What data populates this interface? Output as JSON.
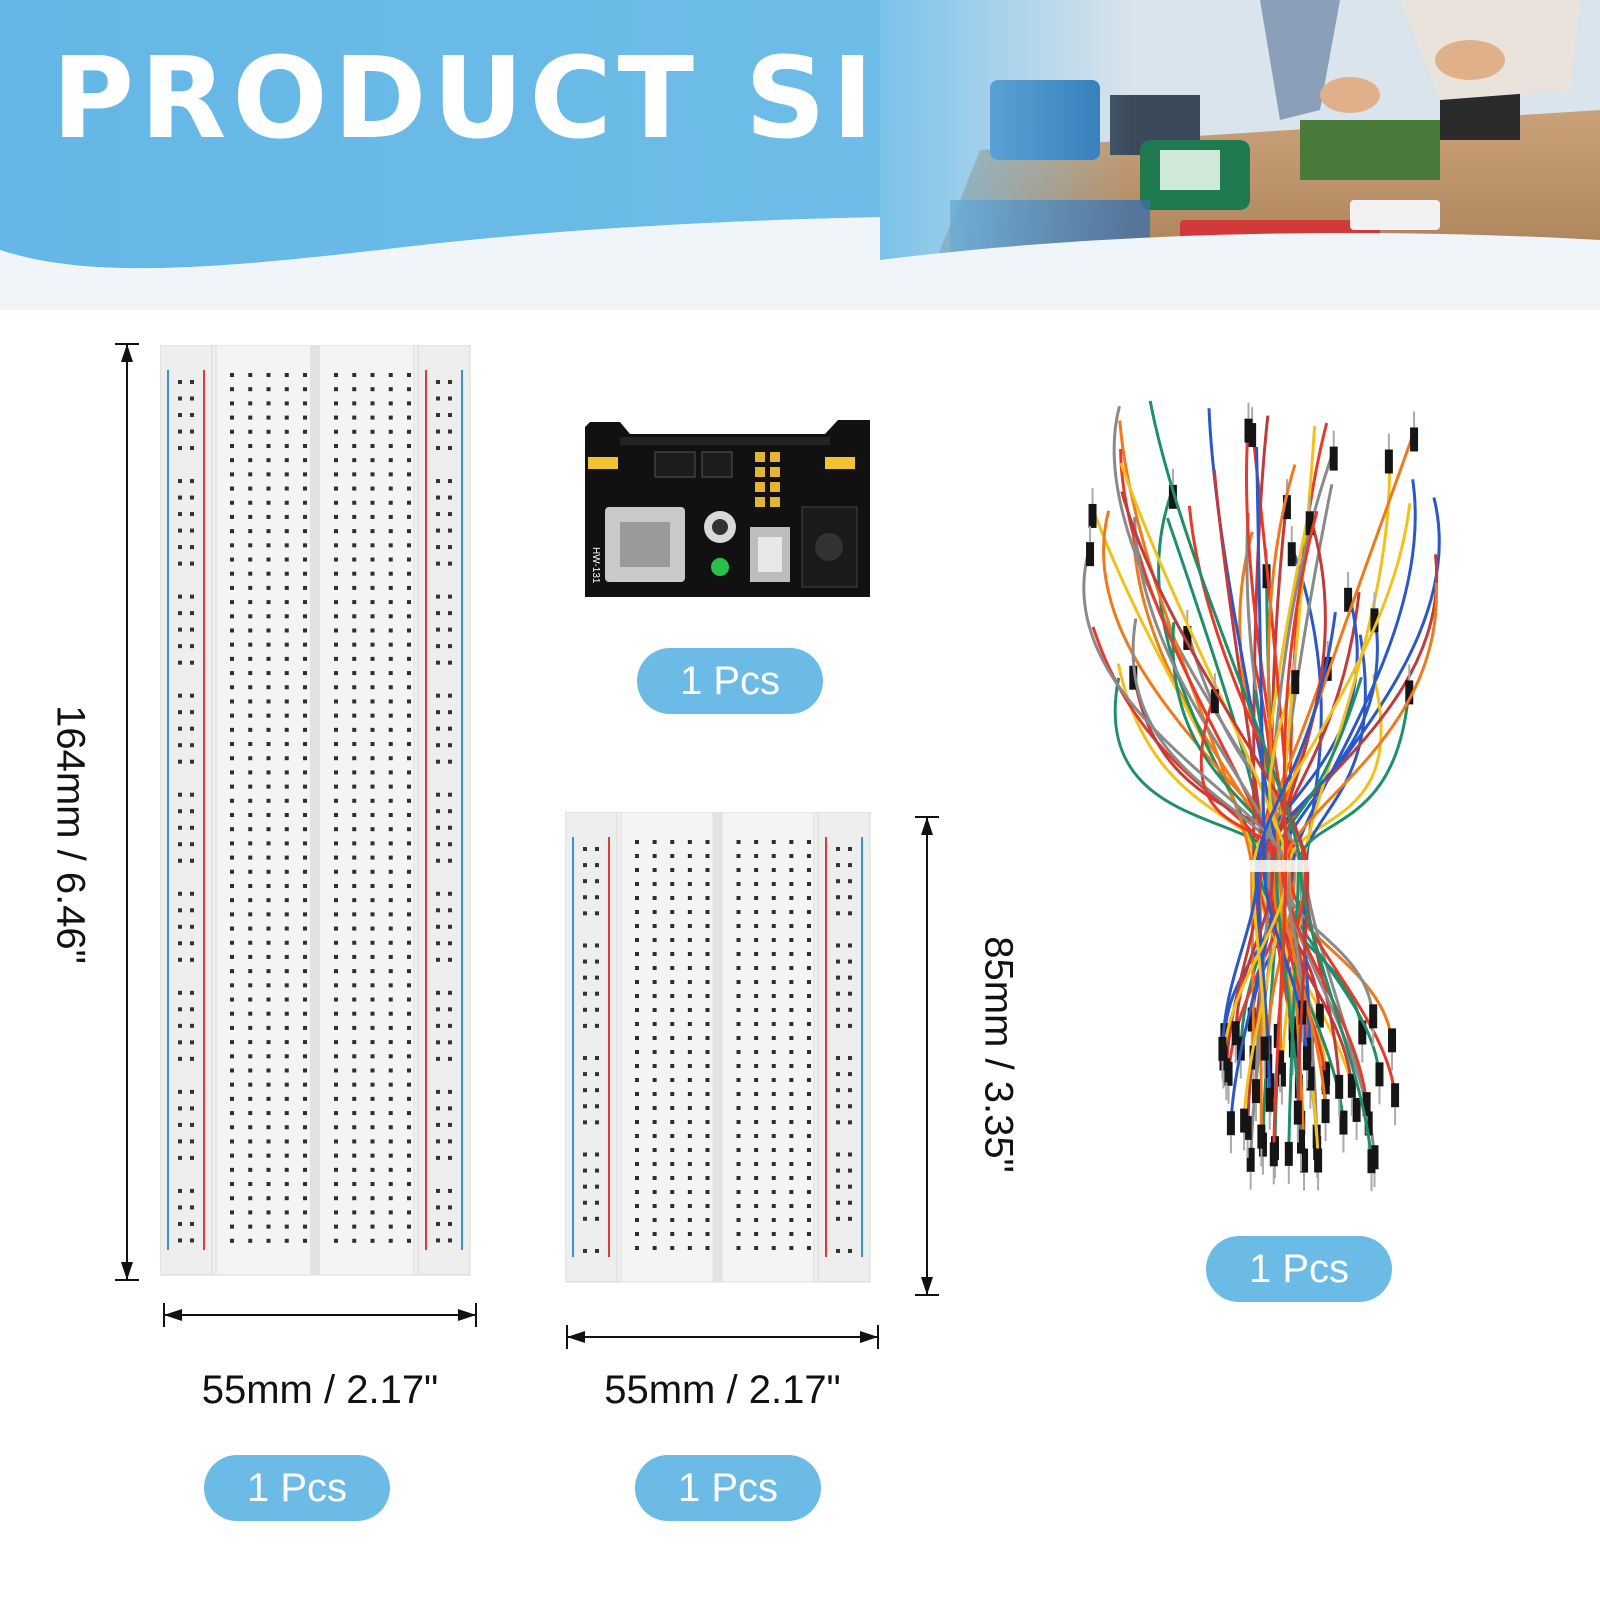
{
  "header": {
    "title": "PRODUCT SIZE",
    "banner_color": "#64b7e6"
  },
  "items": {
    "large_breadboard": {
      "height_label": "164mm / 6.46\"",
      "width_label": "55mm / 2.17\"",
      "qty_label": "1 Pcs"
    },
    "power_module": {
      "board_label": "HW-131",
      "qty_label": "1 Pcs"
    },
    "small_breadboard": {
      "height_label": "85mm / 3.35\"",
      "width_label": "55mm / 2.17\"",
      "qty_label": "1 Pcs"
    },
    "jumper_wires": {
      "qty_label": "1 Pcs"
    }
  },
  "colors": {
    "pill": "#6bbbe6",
    "rail_red": "#e03a3a",
    "rail_blue": "#3a8fe0"
  }
}
